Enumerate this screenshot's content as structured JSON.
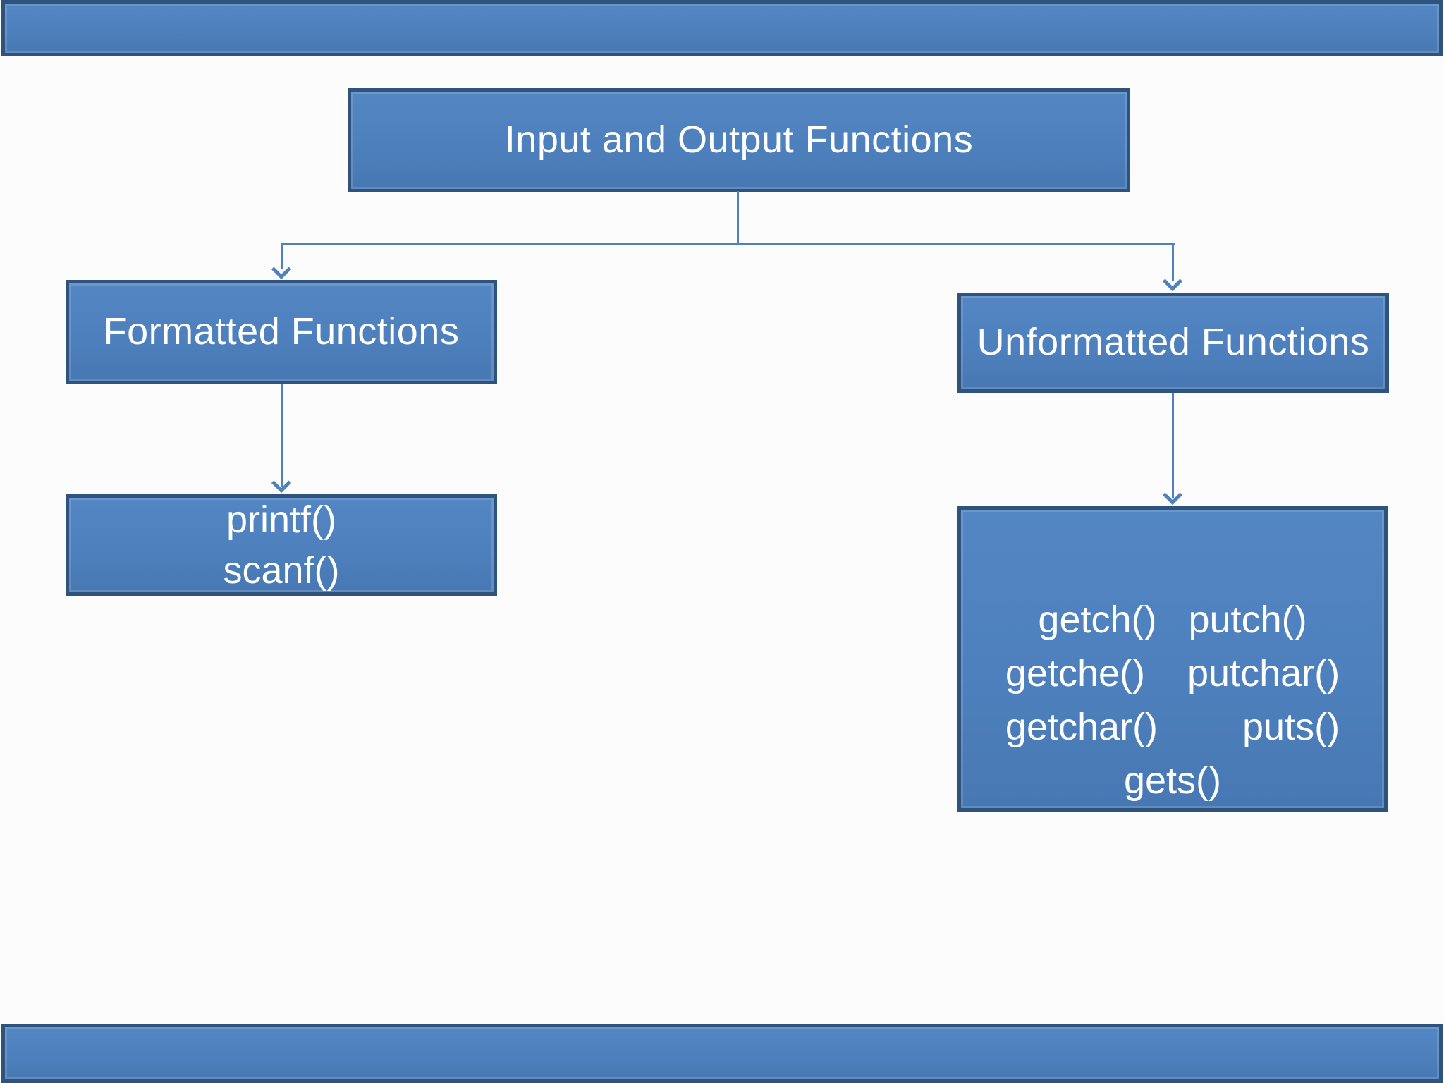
{
  "slide": {
    "background": "#fcfcfd",
    "accent_fill": "#4d80bd",
    "accent_border": "#2e547e",
    "connector_color": "#4f81bd",
    "text_color": "#ffffff"
  },
  "diagram": {
    "root": {
      "label": "Input and Output Functions"
    },
    "branches": [
      {
        "label": "Formatted Functions",
        "functions": [
          "printf()",
          "scanf()"
        ]
      },
      {
        "label": "Unformatted Functions",
        "functions": [
          "getch()   putch()",
          "getche()    putchar()",
          "getchar()        puts()",
          "gets()"
        ]
      }
    ]
  }
}
